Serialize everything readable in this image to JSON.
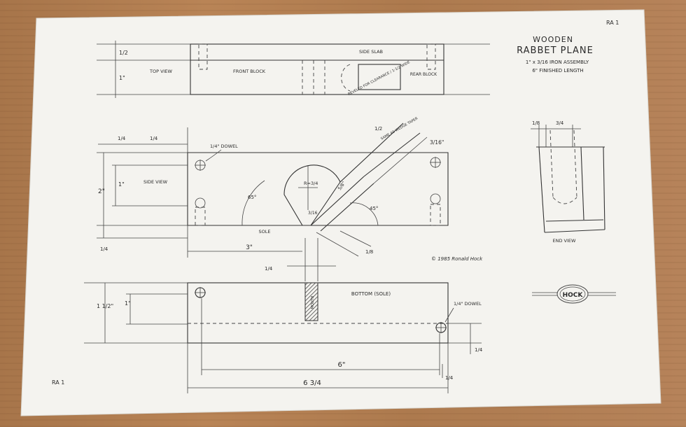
{
  "sheet_id": "RA 1",
  "title": {
    "line1": "WOODEN",
    "line2": "RABBET PLANE",
    "line3": "1\" x 3/16 IRON ASSEMBLY",
    "line4": "6\" FINISHED LENGTH"
  },
  "top_view": {
    "label": "TOP VIEW",
    "side_slab": "SIDE SLAB",
    "front_block": "FRONT BLOCK",
    "rear_block": "REAR BLOCK",
    "note": "BEVELED FOR CLEARANCE / 1-1/2 WIDE",
    "dim_top": "1/2",
    "dim_side": "1\""
  },
  "side_view": {
    "label": "SIDE VIEW",
    "sole": "SOLE",
    "dowel": "1/4\" DOWEL",
    "radius": "R=3/4",
    "angle_left": "65°",
    "angle_right": "45°",
    "bed_note": "SAME AS WEDGE TAPER",
    "dim_height": "2\"",
    "dim_inner": "1\"",
    "dim_quarter_top": "1/4",
    "dim_quarter_left": "1/4",
    "dim_three": "3\"",
    "dim_three_sixteenth": "3/16\"",
    "dim_five_eighth": "5/8\"",
    "dim_eighth": "1/8",
    "dim_throat": "3/16",
    "dim_wedge": "1/2",
    "dim_bottom_quarter": "1/4",
    "dim_slot": "1/4"
  },
  "copyright": "© 1985 Ronald Hock",
  "bottom_view": {
    "label": "BOTTOM (SOLE)",
    "throat": "MOUTH",
    "dowel": "1/4\" DOWEL",
    "dim_width": "1 1/2\"",
    "dim_inner": "1\"",
    "dim_six": "6\"",
    "dim_total": "6 3/4",
    "dim_quarter": "1/4",
    "dim_quarter_b": "1/4"
  },
  "end_view": {
    "label": "END VIEW",
    "dim_a": "1/8",
    "dim_b": "3/4"
  },
  "logo": {
    "name": "HOCK"
  }
}
